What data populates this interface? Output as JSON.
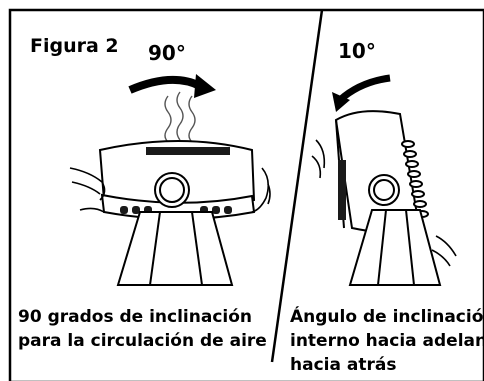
{
  "figure_label": "Figura 2",
  "left": {
    "angle_label": "90°",
    "caption_line1": "90 grados de inclinación",
    "caption_line2": "para la circulación de aire"
  },
  "right": {
    "angle_label": "10°",
    "caption_line1": "Ángulo de inclinación",
    "caption_line2": "interno hacia adelante/",
    "caption_line3": "hacia atrás"
  },
  "colors": {
    "ink": "#000000",
    "paper": "#ffffff",
    "fill_dark": "#1a1a1a",
    "fill_mid": "#6a6a6a"
  }
}
